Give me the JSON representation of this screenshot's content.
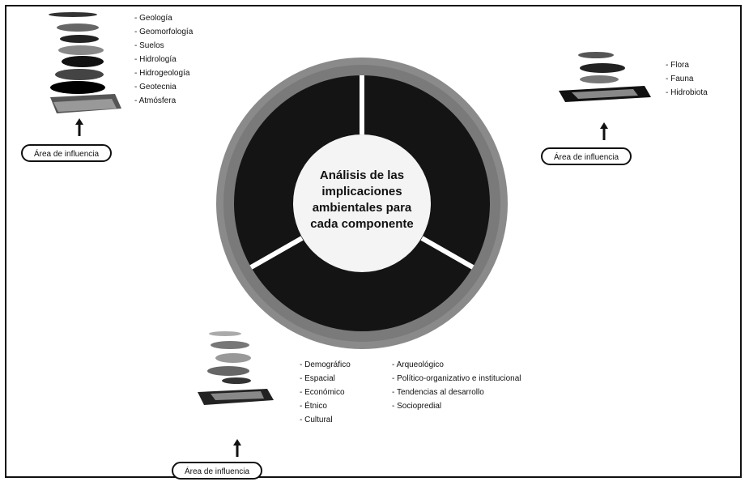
{
  "geo_group": {
    "items": [
      "Geología",
      "Geomorfología",
      "Suelos",
      "Hidrología",
      "Hidrogeología",
      "Geotecnia",
      "Atmósfera"
    ],
    "influence_label": "Área de influencia"
  },
  "bio_group": {
    "items": [
      "Flora",
      "Fauna",
      "Hidrobiota"
    ],
    "influence_label": "Área de influencia"
  },
  "socio_group": {
    "items_col1": [
      "Demográfico",
      "Espacial",
      "Económico",
      "Étnico",
      "Cultural"
    ],
    "items_col2": [
      "Arqueológico",
      "Político-organizativo e institucional",
      "Tendencias al desarrollo",
      "Sociopredial"
    ],
    "influence_label": "Área de influencia"
  },
  "center": {
    "lines": [
      "Análisis de las",
      "implicaciones",
      "ambientales para",
      "cada componente"
    ]
  },
  "colors": {
    "ring_outer": "#8a8a8a",
    "ring_inner": "#141414",
    "hub": "#f4f4f4",
    "divider": "#ffffff"
  }
}
